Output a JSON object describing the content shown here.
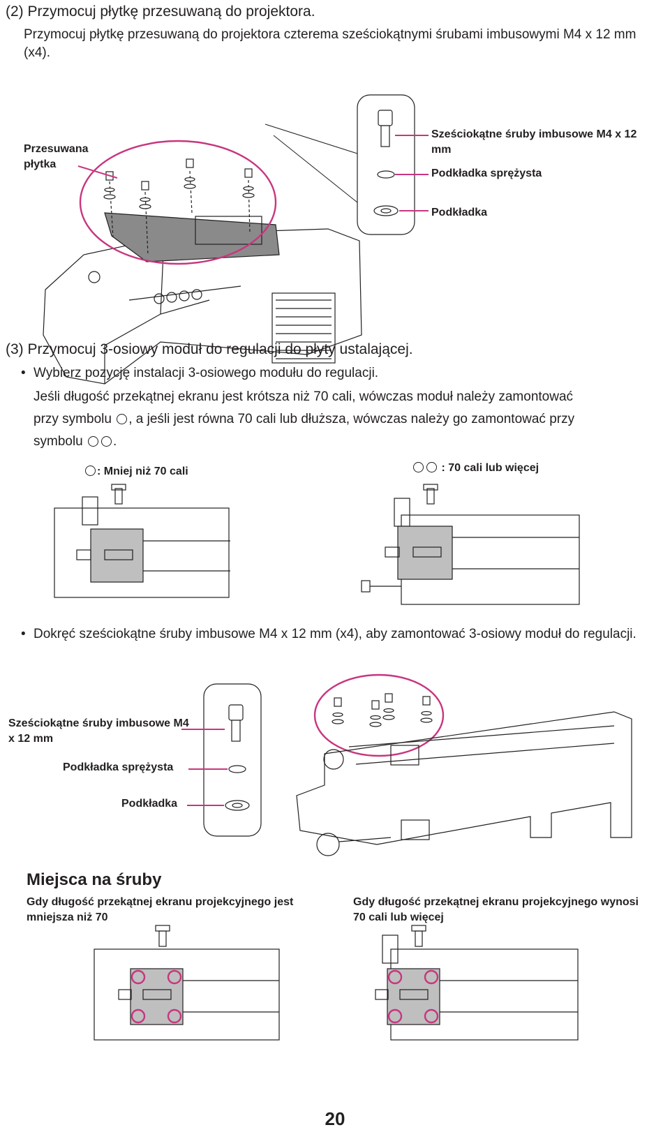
{
  "step2": {
    "heading": "(2) Przymocuj płytkę przesuwaną do projektora.",
    "text": "Przymocuj płytkę przesuwaną do projektora czterema sześciokątnymi śrubami imbusowymi M4 x 12 mm (x4).",
    "callout_plate": "Przesuwana płytka",
    "callout_screws": "Sześciokątne śruby imbusowe M4 x 12 mm",
    "callout_spring_washer": "Podkładka sprężysta",
    "callout_washer": "Podkładka"
  },
  "step3": {
    "heading": "(3) Przymocuj 3-osiowy moduł do regulacji do płyty ustalającej.",
    "bullet1": "Wybierz pozycję instalacji 3-osiowego modułu do regulacji.",
    "para_a": "Jeśli długość przekątnej ekranu jest krótsza niż 70 cali, wówczas moduł należy zamontować",
    "para_b1": "przy symbolu",
    "para_b2": ", a jeśli jest równa 70 cali lub dłuższa, wówczas należy go zamontować przy",
    "para_c1": "symbolu",
    "para_c2": ".",
    "label_less": ": Mniej niż 70 cali",
    "label_more": ": 70 cali lub więcej",
    "bullet2": "Dokręć sześciokątne śruby imbusowe M4 x 12 mm (x4), aby zamontować 3-osiowy moduł do regulacji.",
    "callout_screws": "Sześciokątne śruby imbusowe M4 x 12 mm",
    "callout_spring_washer": "Podkładka sprężysta",
    "callout_washer": "Podkładka"
  },
  "screw_locations": {
    "heading": "Miejsca na śruby",
    "left_caption": "Gdy długość przekątnej ekranu projekcyjnego jest mniejsza niż 70",
    "right_caption": "Gdy długość przekątnej ekranu projekcyjnego wynosi 70 cali lub więcej"
  },
  "page_number": "20",
  "colors": {
    "accent": "#c7367f",
    "text": "#231f20"
  }
}
